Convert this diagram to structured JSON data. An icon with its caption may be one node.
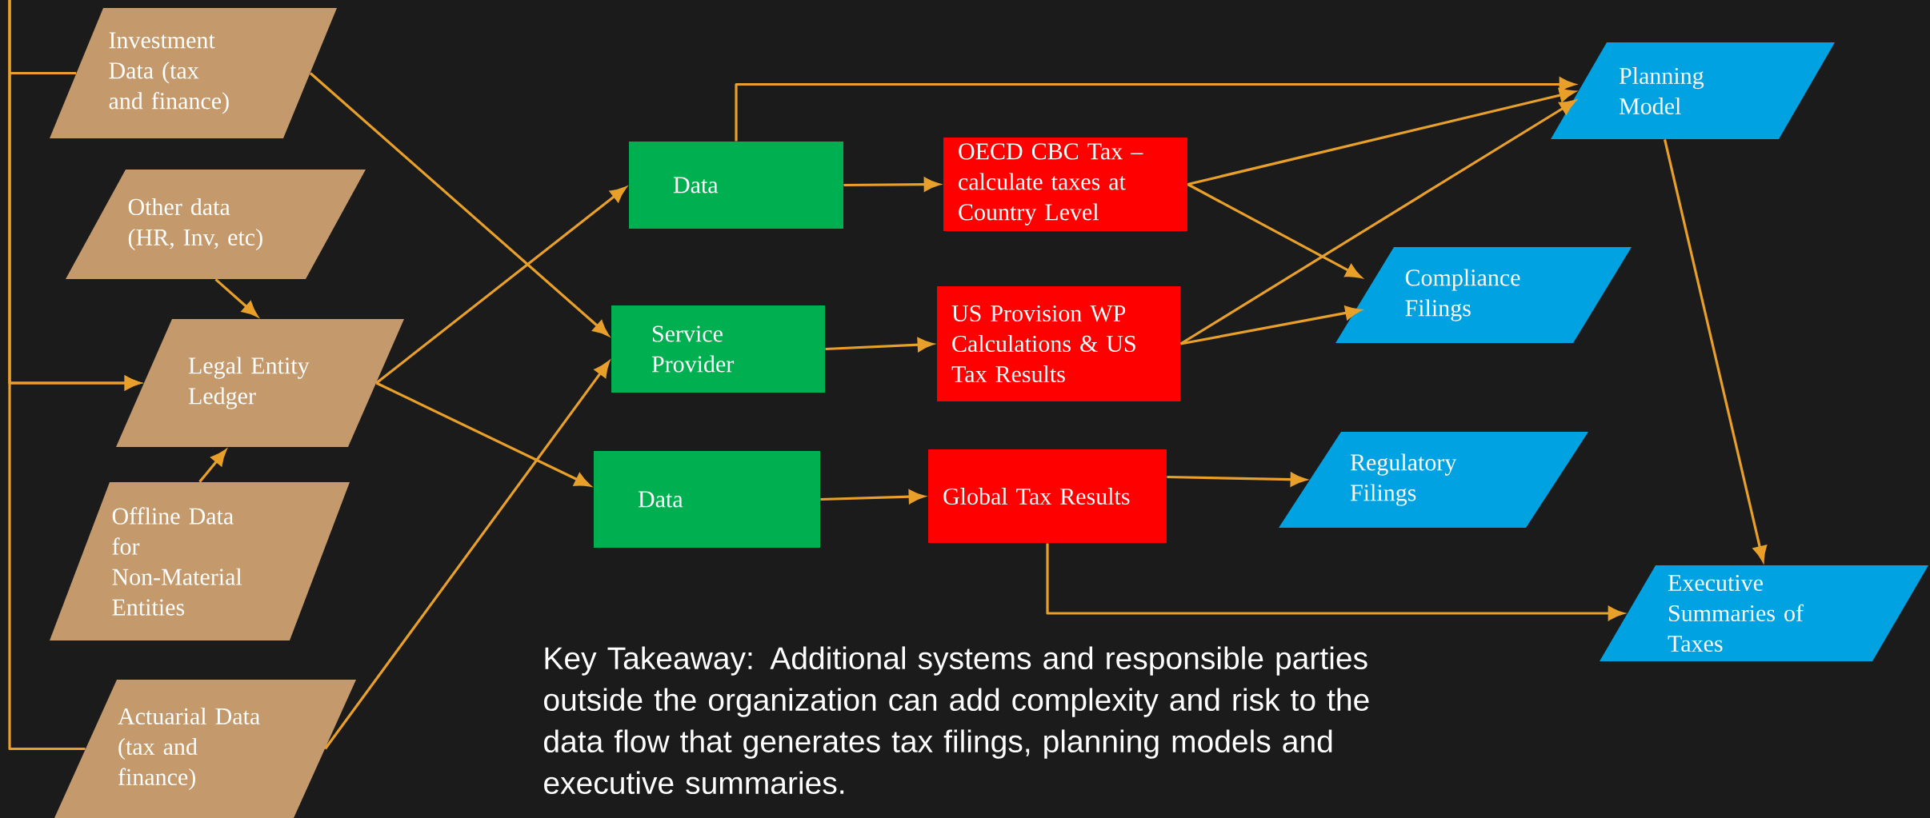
{
  "diagram": {
    "nodes": [
      {
        "text": [
          "Investment Data (tax and finance)"
        ]
      },
      {
        "text": [
          "Other data (HR, Inv, etc)"
        ]
      },
      {
        "text": [
          "Legal Entity Ledger"
        ]
      },
      {
        "text": [
          "Offline Data for Non-Material Entities"
        ]
      },
      {
        "text": [
          "Actuarial Data (tax and finance)"
        ]
      },
      {
        "text": [
          "Data"
        ]
      },
      {
        "text": [
          "Service Provider"
        ]
      },
      {
        "text": [
          "Data"
        ]
      },
      {
        "text": [
          "OECD CBC Tax – calculate taxes at Country Level"
        ]
      },
      {
        "text": [
          "US Provision WP Calculations & US Tax Results"
        ]
      },
      {
        "text": [
          "Global Tax Results"
        ]
      },
      {
        "text": [
          "Planning Model"
        ]
      },
      {
        "text": [
          "Compliance Filings"
        ]
      },
      {
        "text": [
          "Regulatory Filings"
        ]
      },
      {
        "text": [
          "Executive Summaries of Taxes"
        ]
      }
    ],
    "edges": [
      {
        "from": 0,
        "to": 2,
        "arrow": "to"
      },
      {
        "from": 4,
        "to": 2,
        "arrow": "to"
      },
      {
        "from": 1,
        "to": 2,
        "arrow": "to"
      },
      {
        "from": 3,
        "to": 2,
        "arrow": "to"
      },
      {
        "from": 0,
        "to": 6,
        "arrow": "to"
      },
      {
        "from": 2,
        "to": 5,
        "arrow": "to"
      },
      {
        "from": 2,
        "to": 7,
        "arrow": "to"
      },
      {
        "from": 4,
        "to": 6,
        "arrow": "to"
      },
      {
        "from": 5,
        "to": 8,
        "arrow": "to"
      },
      {
        "from": 5,
        "to": 11,
        "arrow": "to"
      },
      {
        "from": 8,
        "to": 11,
        "arrow": "to"
      },
      {
        "from": 8,
        "to": 12,
        "arrow": "to"
      },
      {
        "from": 9,
        "to": 11,
        "arrow": "to"
      },
      {
        "from": 9,
        "to": 12,
        "arrow": "to"
      },
      {
        "from": 6,
        "to": 9,
        "arrow": "to"
      },
      {
        "from": 7,
        "to": 10,
        "arrow": "to"
      },
      {
        "from": 10,
        "to": 13,
        "arrow": "to"
      },
      {
        "from": 10,
        "to": 14,
        "arrow": "to"
      },
      {
        "from": 11,
        "to": 14,
        "arrow": "to"
      }
    ],
    "labels": [
      "Key Takeaway: Additional systems and responsible parties outside the organization can add complexity and risk to the data flow that generates tax filings, planning models and executive summaries."
    ]
  }
}
